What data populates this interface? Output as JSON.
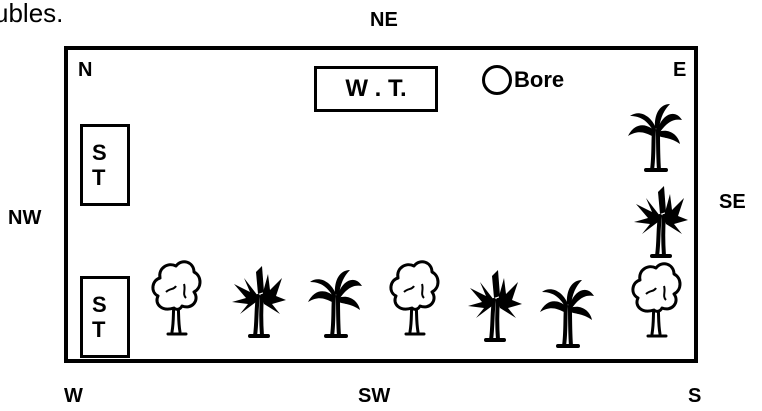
{
  "caption_fragment": "ubles.",
  "directions": {
    "n": "N",
    "ne": "NE",
    "e": "E",
    "se": "SE",
    "s": "S",
    "sw": "SW",
    "w": "W",
    "nw": "NW"
  },
  "structures": {
    "water_tank": "W . T.",
    "bore": "Bore",
    "septic_tank_upper": [
      "S",
      "T"
    ],
    "septic_tank_lower": [
      "S",
      "T"
    ]
  },
  "trees": [
    {
      "kind": "bushy-tree"
    },
    {
      "kind": "palm-tree"
    },
    {
      "kind": "palm-tree"
    },
    {
      "kind": "bushy-tree"
    },
    {
      "kind": "palm-tree"
    },
    {
      "kind": "palm-tree"
    },
    {
      "kind": "bushy-tree"
    },
    {
      "kind": "palm-tree"
    },
    {
      "kind": "palm-tree"
    }
  ]
}
